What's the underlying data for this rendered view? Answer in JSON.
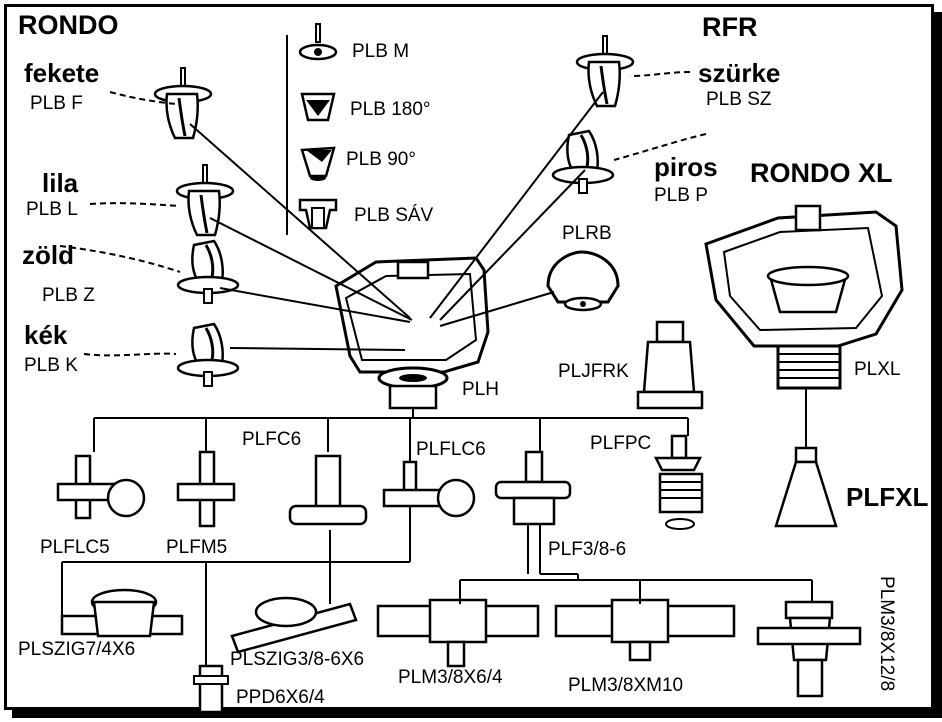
{
  "headings": {
    "rondo": "RONDO",
    "rfr": "RFR",
    "rondo_xl": "RONDO XL"
  },
  "colors": {
    "fekete": "fekete",
    "lila": "lila",
    "zold": "zöld",
    "kek": "kék",
    "szurke": "szürke",
    "piros": "piros"
  },
  "codes": {
    "plb_f": "PLB F",
    "plb_l": "PLB L",
    "plb_z": "PLB Z",
    "plb_k": "PLB K",
    "plb_sz": "PLB SZ",
    "plb_p": "PLB P",
    "plb_m": "PLB M",
    "plb_180": "PLB 180°",
    "plb_90": "PLB 90°",
    "plb_sav": "PLB SÁV",
    "plrb": "PLRB",
    "plh": "PLH",
    "pljfrk": "PLJFRK",
    "plxl": "PLXL",
    "plfc6": "PLFC6",
    "plflc6": "PLFLC6",
    "plfpc": "PLFPC",
    "plfxl": "PLFXL",
    "plflc5": "PLFLC5",
    "plfm5": "PLFM5",
    "plf38_6": "PLF3/8-6",
    "plszig7": "PLSZIG7/4X6",
    "plszig38": "PLSZIG3/8-6X6",
    "ppd": "PPD6X6/4",
    "plm_x64": "PLM3/8X6/4",
    "plm_xm10": "PLM3/8XM10",
    "plm_x128": "PLM3/8X12/8"
  },
  "colors_hex": {
    "ink": "#000000",
    "paper": "#ffffff",
    "shade": "#d8d8d8"
  }
}
